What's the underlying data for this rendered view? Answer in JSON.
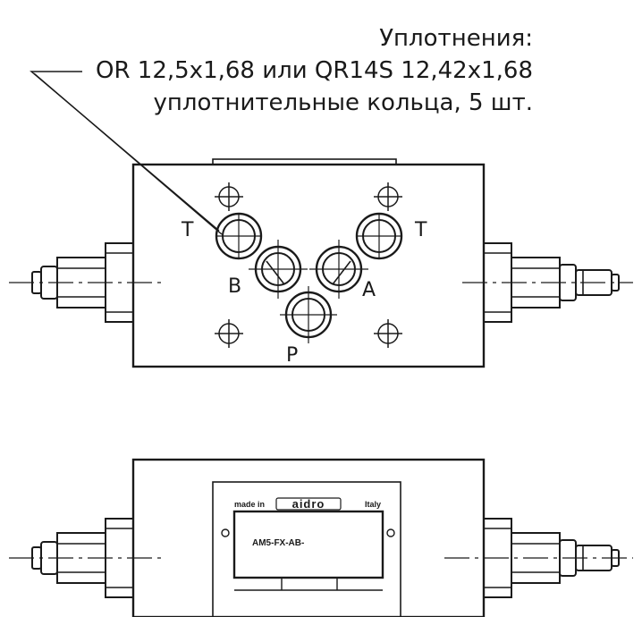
{
  "seal_note": {
    "title": "Уплотнения:",
    "line1": "OR 12,5x1,68 или QR14S 12,42x1,68",
    "line2": "уплотнительные кольца, 5 шт."
  },
  "ports": {
    "t_left": "T",
    "t_right": "T",
    "b": "B",
    "a": "A",
    "p": "P"
  },
  "nameplate": {
    "made_in": "made in",
    "brand": "aidro",
    "country": "Italy",
    "model": "AM5-FX-AB-"
  },
  "colors": {
    "line": "#1a1a1a"
  }
}
